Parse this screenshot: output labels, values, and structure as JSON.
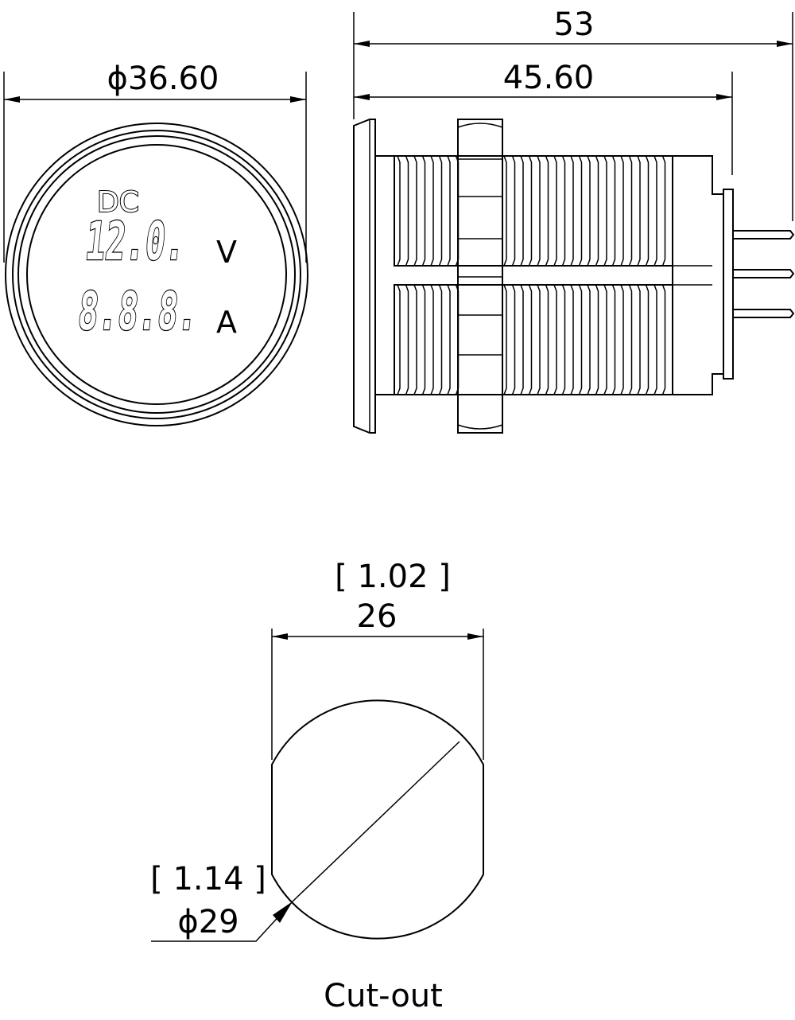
{
  "front_view": {
    "diameter_label": "ϕ36.60",
    "display": {
      "mode_label": "DC",
      "voltage_digits": "12.0.",
      "voltage_unit": "V",
      "current_digits": "8.8.8.",
      "current_unit": "A"
    }
  },
  "side_view": {
    "overall_length_label": "53",
    "body_length_label": "45.60"
  },
  "cutout": {
    "width_inch_label": "[ 1.02 ]",
    "width_mm_label": "26",
    "diameter_inch_label": "[ 1.14 ]",
    "diameter_mm_label": "ϕ29",
    "caption": "Cut-out"
  },
  "colors": {
    "line": "#000000",
    "background": "#ffffff"
  }
}
